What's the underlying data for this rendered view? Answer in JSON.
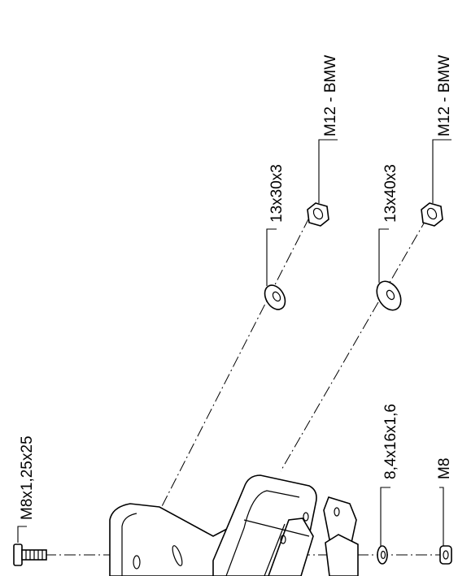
{
  "labels": {
    "bolt": "M8x1,25x25",
    "washer_small": "8,4x16x1,6",
    "nut_m8": "M8",
    "washer_1": "13x30x3",
    "nut_m12_1": "M12 - BMW",
    "washer_2": "13x40x3",
    "nut_m12_2": "M12 - BMW"
  }
}
